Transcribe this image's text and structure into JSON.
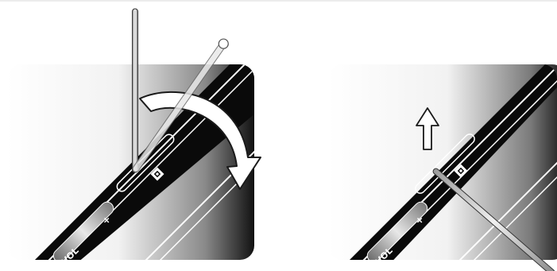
{
  "figure": {
    "panels": [
      {
        "id": "step-rotate",
        "button_label": "VOL",
        "plus_label": "+",
        "icon": "sim-card-icon",
        "motion": "curved-arrow-rotate-clockwise",
        "tool": "sim-eject-pin"
      },
      {
        "id": "step-remove",
        "button_label": "VOL",
        "plus_label": "+",
        "icon": "sim-card-icon",
        "motion": "up-arrow",
        "tool": "sim-eject-pin"
      }
    ],
    "colors": {
      "device_body": "#0a0a0a",
      "panel_border": "#1a1a1a",
      "trim_line": "#ffffff",
      "arrow_fill": "#ffffff"
    }
  }
}
